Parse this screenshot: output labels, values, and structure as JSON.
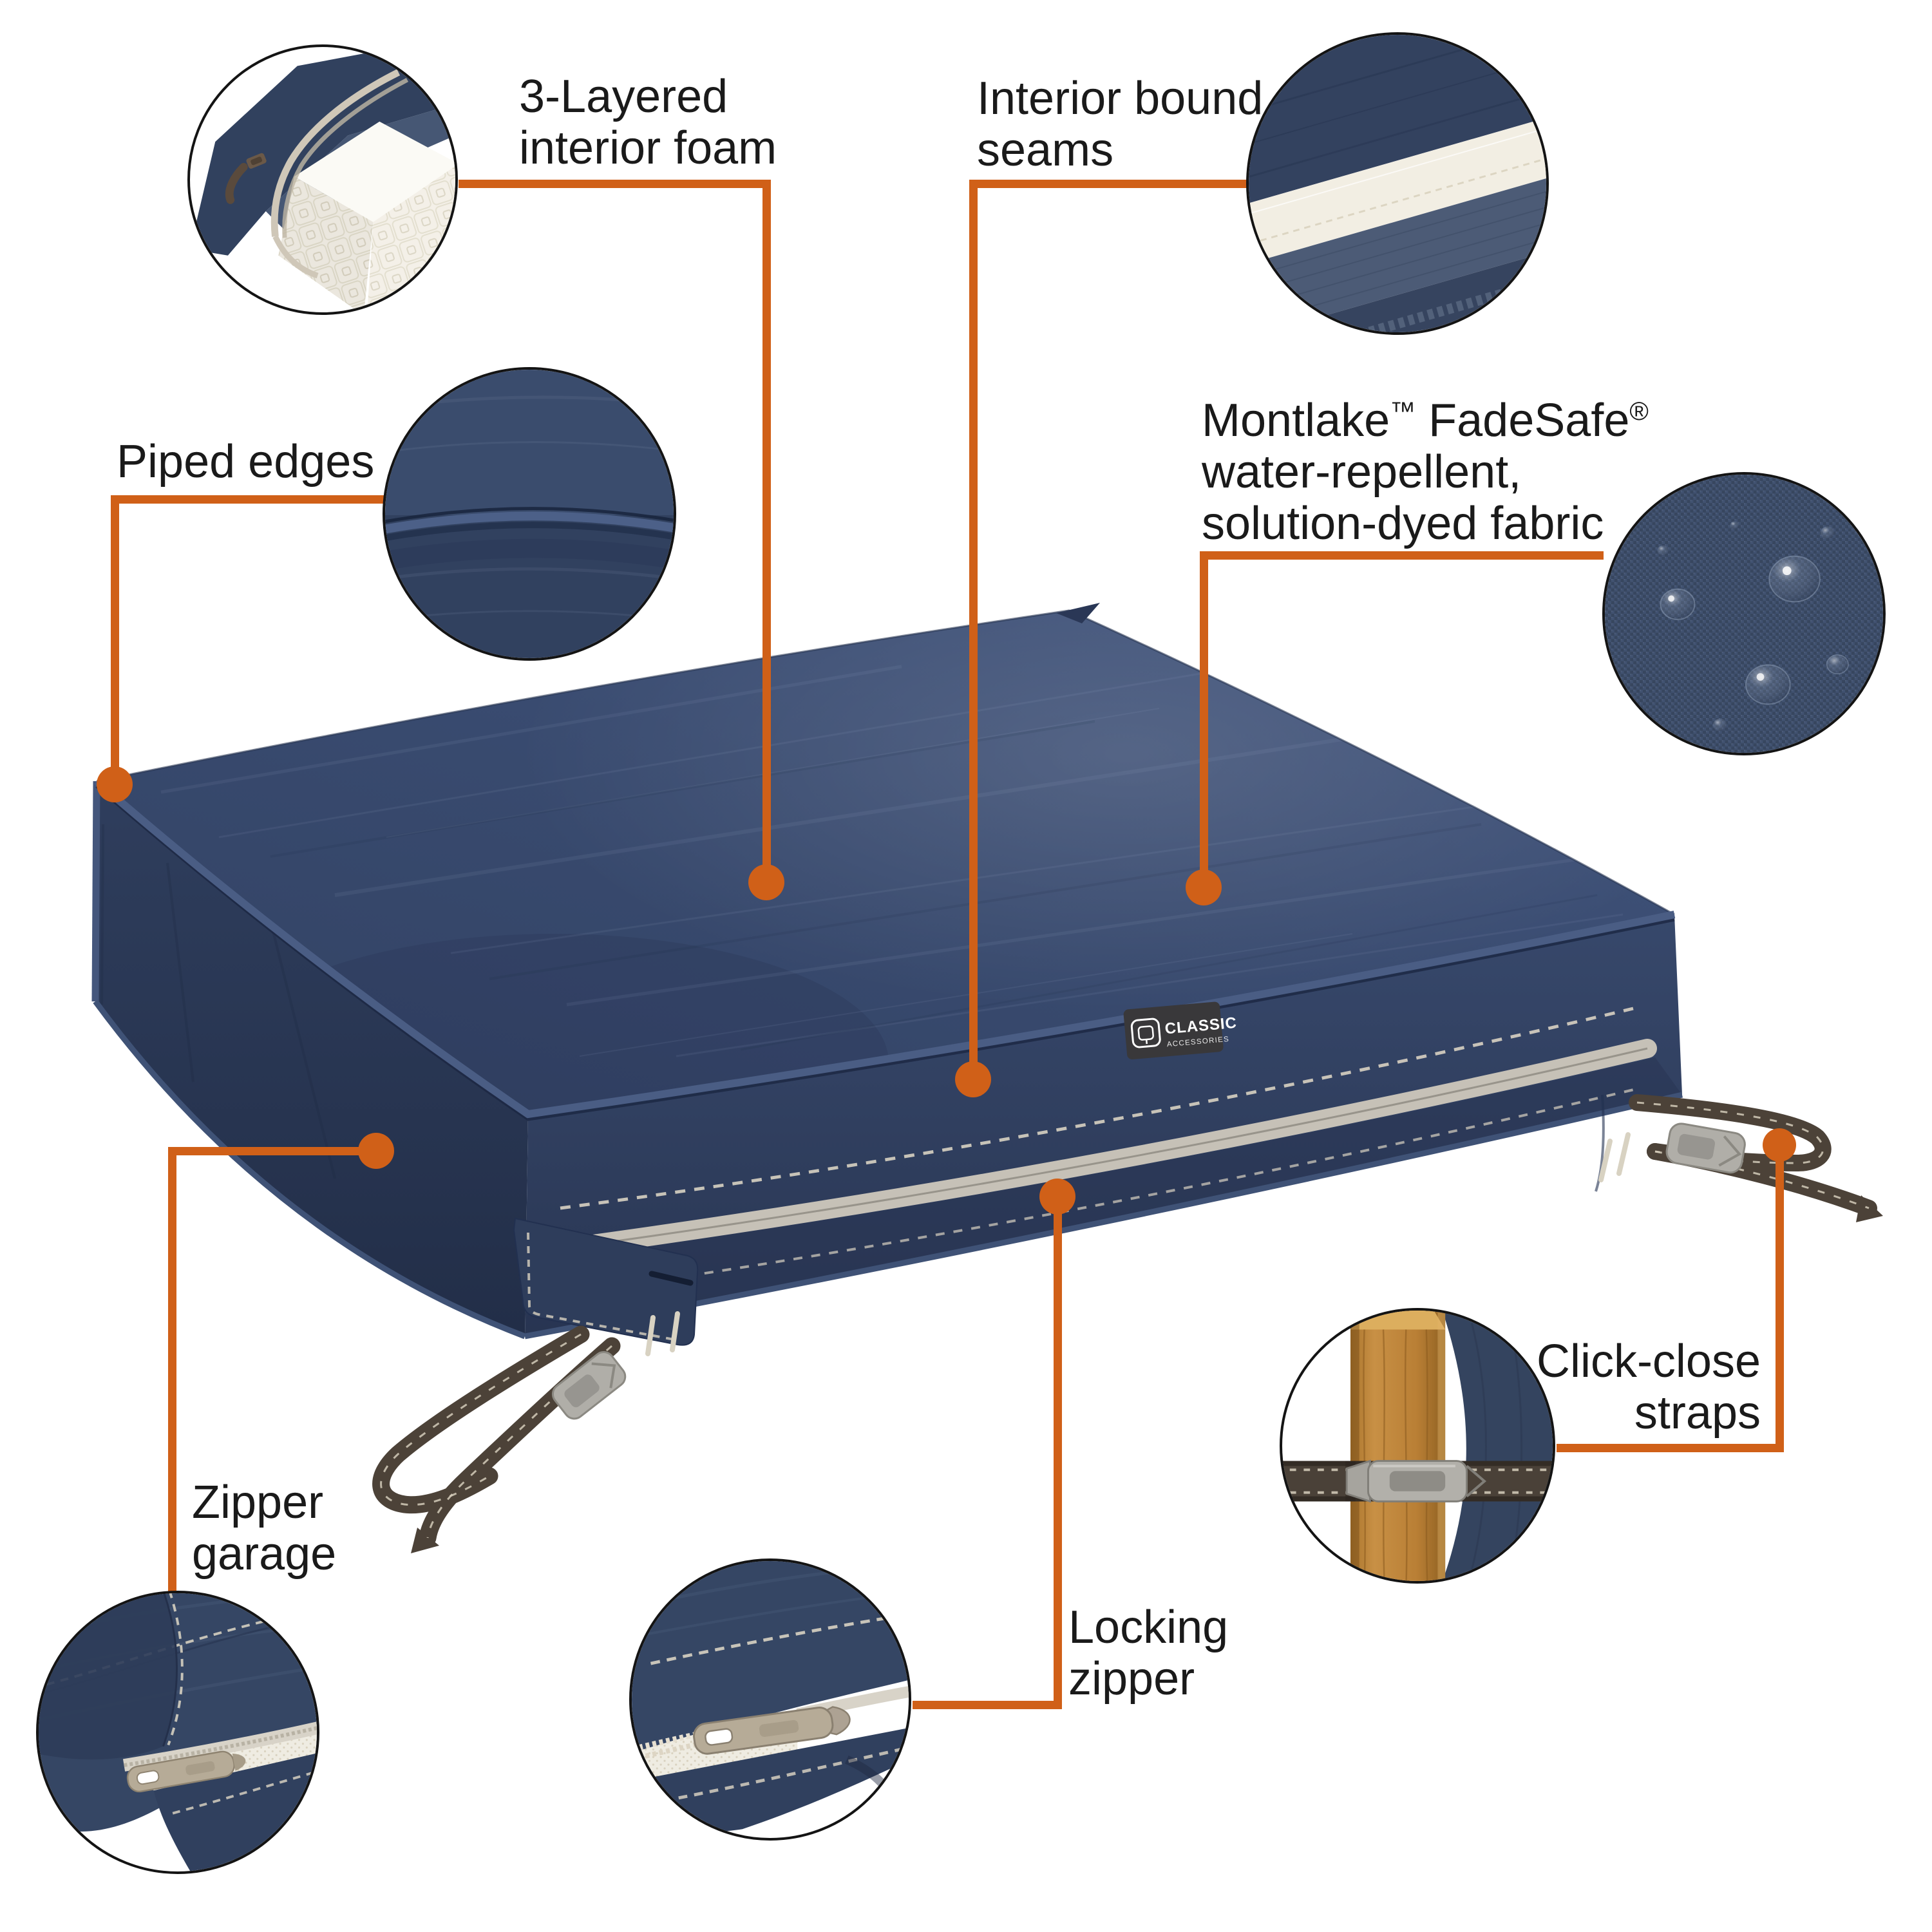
{
  "colors": {
    "accent_orange": "#d06018",
    "text_ink": "#1a1a1a",
    "navy_top": "#3e5078",
    "navy_mid": "#334364",
    "navy_left": "#2c3b59",
    "navy_dark": "#263350",
    "zipper_tape": "#c6c1b7",
    "zipper_pull_tan": "#b6ab97",
    "strap_brown": "#4c4238",
    "strap_stitch": "#d3cbba",
    "buckle_gray": "#b0aea8",
    "wood_brown": "#c89045",
    "foam_white": "#f3efe6",
    "binding_white": "#f2eee3",
    "circle_border": "#141414",
    "background": "#ffffff"
  },
  "callouts": {
    "foam": {
      "line1": "3-Layered",
      "line2": "interior foam"
    },
    "seams": {
      "line1": "Interior bound",
      "line2": "seams"
    },
    "piped": {
      "line1": "Piped edges"
    },
    "montlake": {
      "line1a": "Montlake",
      "tm": "™",
      "line1b": " FadeSafe",
      "reg": "®",
      "line2": "water-repellent,",
      "line3": "solution-dyed fabric"
    },
    "garage": {
      "line1": "Zipper",
      "line2": "garage"
    },
    "locking": {
      "line1": "Locking",
      "line2": "zipper"
    },
    "straps": {
      "line1": "Click-close",
      "line2": "straps"
    }
  },
  "tag": {
    "brand_line1": "CLASSIC",
    "brand_line2": "ACCESSORIES"
  }
}
